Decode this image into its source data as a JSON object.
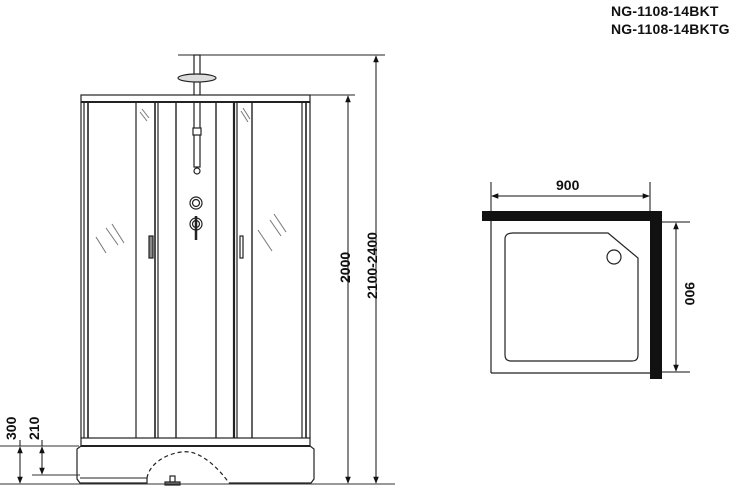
{
  "header": {
    "model_lines": [
      "NG-1108-14BKT",
      "NG-1108-14BKTG"
    ]
  },
  "front_view": {
    "dimensions": {
      "cabin_height": "2000",
      "total_height": "2100-2400",
      "tray_height": "300",
      "tray_inner_height": "210"
    }
  },
  "plan_view": {
    "dimensions": {
      "width": "900",
      "depth": "900"
    }
  },
  "colors": {
    "line": "#222222",
    "wall": "#111111",
    "background": "#ffffff"
  }
}
